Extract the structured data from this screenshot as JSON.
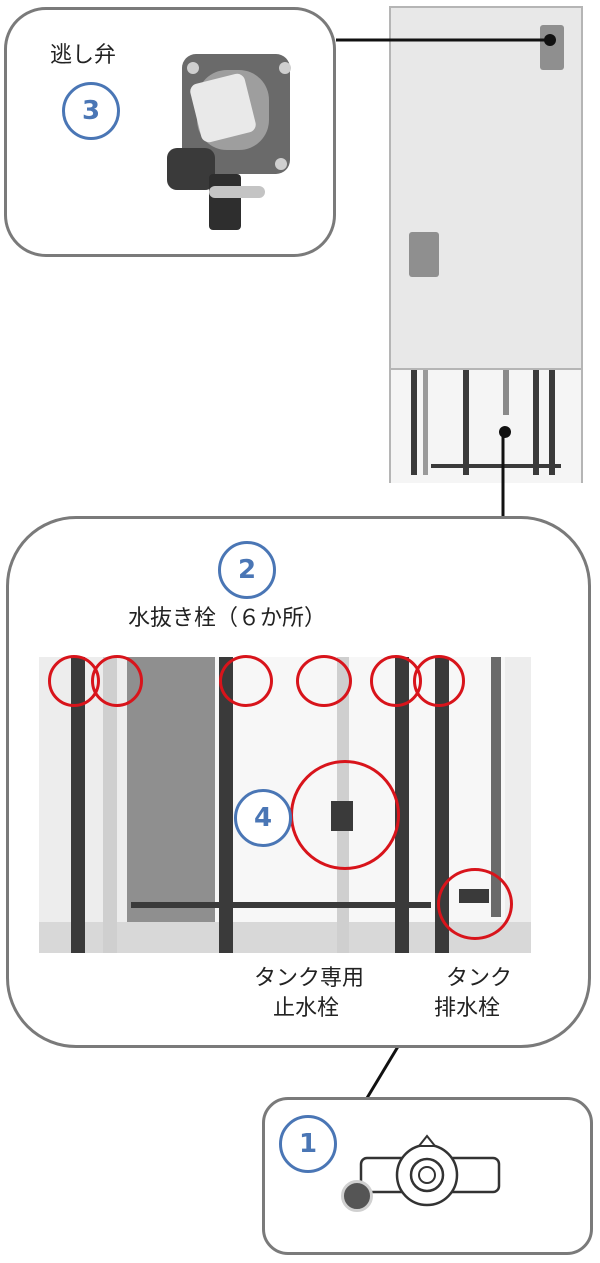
{
  "title_relief_valve": "逃し弁",
  "title_drain_plugs": "水抜き栓（６か所）",
  "label_tank_stop_valve_line1": "タンク専用",
  "label_tank_stop_valve_line2": "止水栓",
  "label_tank_drain_line1": "タンク",
  "label_tank_drain_line2": "排水栓",
  "numbers": {
    "n1": "1",
    "n2": "2",
    "n3": "3",
    "n4": "4"
  },
  "colors": {
    "number_blue": "#4a76b5",
    "highlight_red": "#d8141b",
    "panel_border": "#7a7a7a",
    "unit_gray": "#e6e6e6"
  }
}
